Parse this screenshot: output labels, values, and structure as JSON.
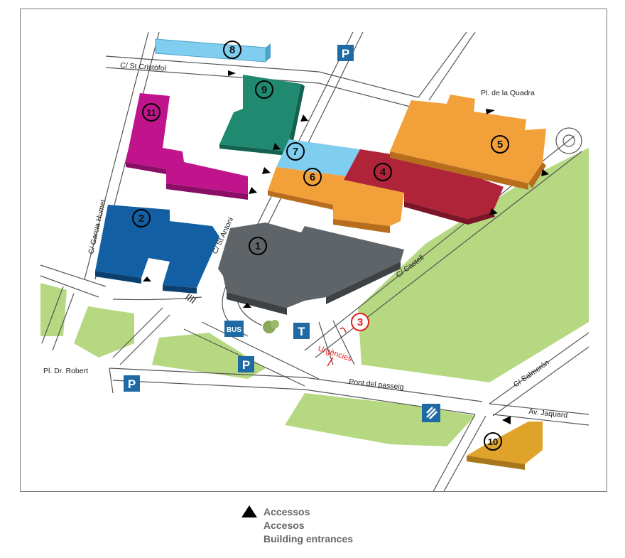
{
  "map": {
    "streets": {
      "st_cristofol": "C/ St Cristòfol",
      "pl_quadra": "Pl. de la Quadra",
      "garcia_humet": "C/ Garcia Humet",
      "st_antoni": "C/ St Antoni",
      "castell": "C/ Castell",
      "pl_robert": "Pl. Dr. Robert",
      "pont_passeig": "Pont del passeig",
      "salmeron": "C/ Salmerón",
      "jaquard": "Av. Jaquard"
    },
    "buildings": [
      {
        "id": "1",
        "label": "1",
        "color": "#5f6468"
      },
      {
        "id": "2",
        "label": "2",
        "color": "#1260a3"
      },
      {
        "id": "3",
        "label": "3",
        "color": "#e21e1e"
      },
      {
        "id": "4",
        "label": "4",
        "color": "#b0243a"
      },
      {
        "id": "5",
        "label": "5",
        "color": "#f2a03a"
      },
      {
        "id": "6",
        "label": "6",
        "color": "#f2a03a"
      },
      {
        "id": "7",
        "label": "7",
        "color": "#7fcdef"
      },
      {
        "id": "8",
        "label": "8",
        "color": "#7fcdef"
      },
      {
        "id": "9",
        "label": "9",
        "color": "#1f8a70"
      },
      {
        "id": "10",
        "label": "10",
        "color": "#e0a32a"
      },
      {
        "id": "11",
        "label": "11",
        "color": "#c0148c"
      }
    ],
    "urgencies": "Urgències",
    "parking_label": "P",
    "tram_label": "T",
    "bus_label": "BUS",
    "park_color": "#b5d881",
    "sign_color": "#1f6aa5"
  },
  "legend": {
    "line1": "Accessos",
    "line2": "Accesos",
    "line3": "Building entrances"
  }
}
